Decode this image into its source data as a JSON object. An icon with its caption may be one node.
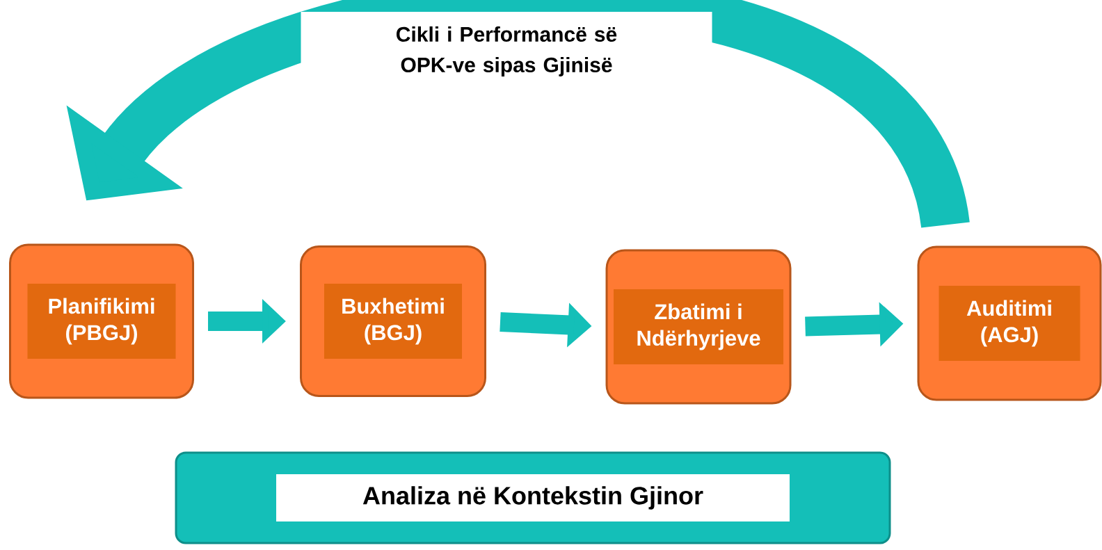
{
  "diagram": {
    "title": "Cikli i Performancë së OPK-ve sipas Gjinisë",
    "nodes": [
      {
        "text": [
          "Planifikimi (PBGJ)"
        ]
      },
      {
        "text": [
          "Buxhetimi (BGJ)"
        ]
      },
      {
        "text": [
          "Zbatimi i Ndërhyrjeve"
        ]
      },
      {
        "text": [
          "Auditimi (AGJ)"
        ]
      },
      {
        "text": [
          "Analiza në Kontekstin Gjinor"
        ]
      }
    ],
    "edges": [
      {
        "from": 0,
        "to": 1,
        "arrow": "to"
      },
      {
        "from": 1,
        "to": 2,
        "arrow": "to"
      },
      {
        "from": 2,
        "to": 3,
        "arrow": "to"
      },
      {
        "from": 3,
        "to": 0,
        "arrow": "to",
        "style": "thick"
      }
    ]
  }
}
